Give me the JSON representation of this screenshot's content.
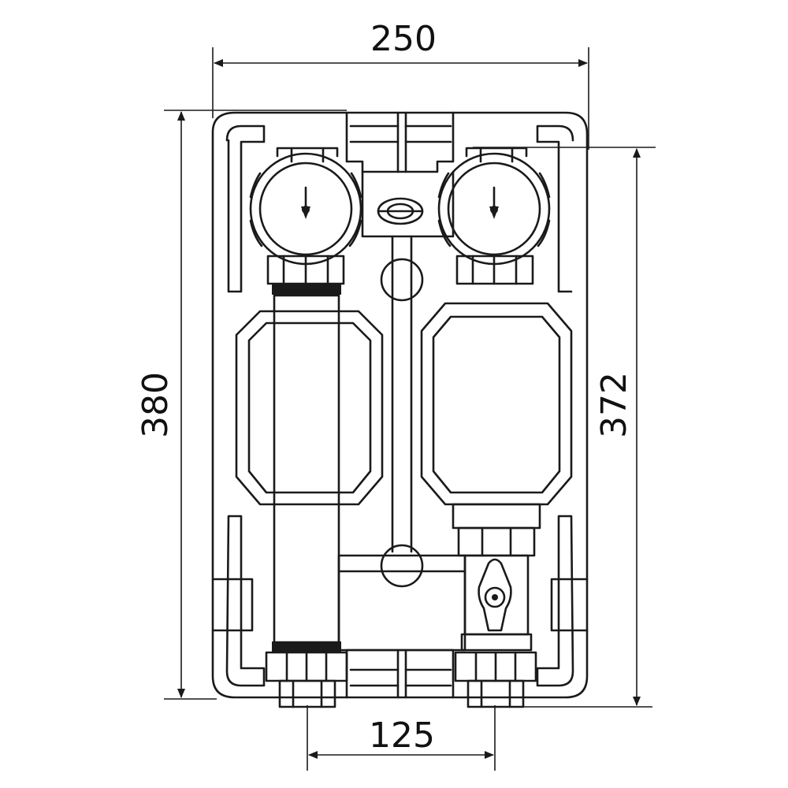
{
  "dimensions": {
    "width_top": "250",
    "height_left": "380",
    "height_right": "372",
    "spacing_bottom": "125"
  },
  "colors": {
    "line": "#1a1a1a",
    "background": "#ffffff"
  },
  "icons": {
    "left_gauge": "thermometer-gauge-icon",
    "right_gauge": "thermometer-gauge-icon",
    "ball_valve": "ball-valve-handle-icon"
  }
}
